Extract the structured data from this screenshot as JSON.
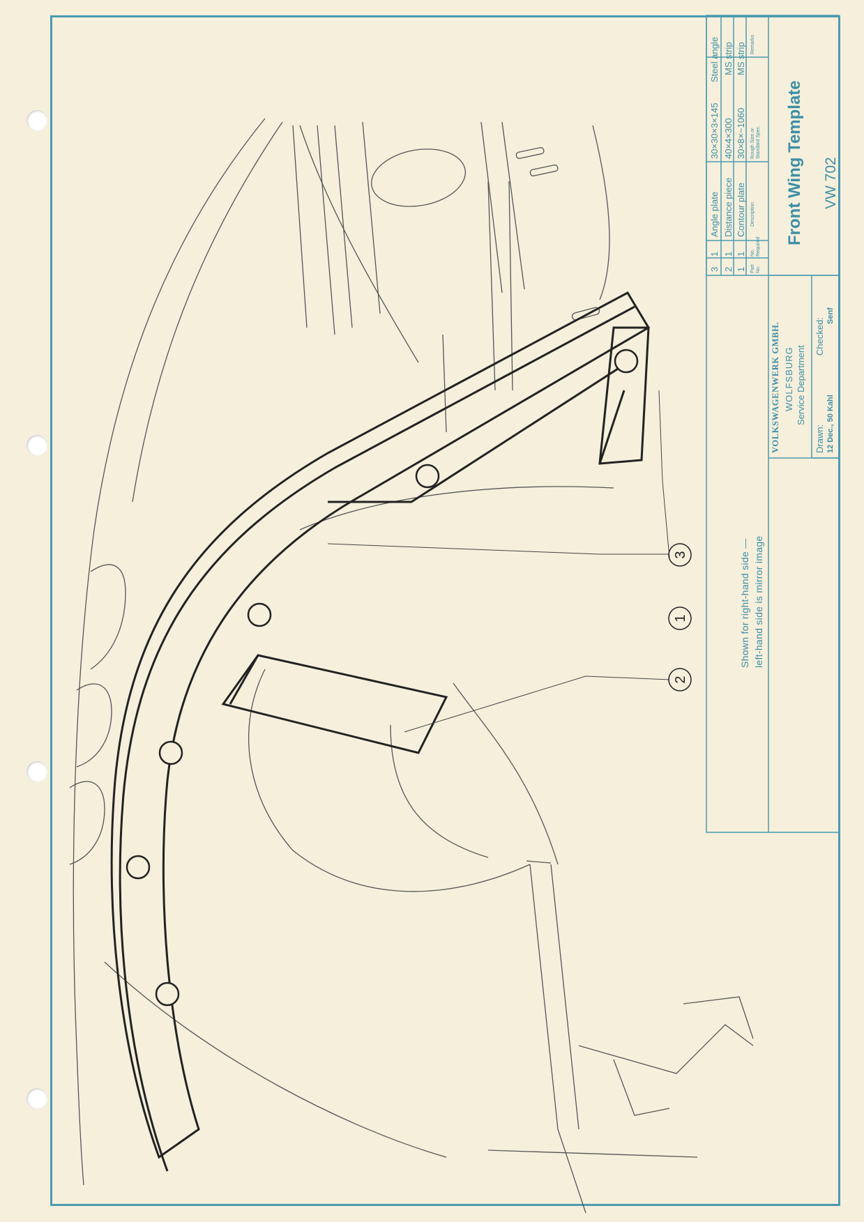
{
  "note": {
    "line1": "Shown for right-hand side —",
    "line2": "left-hand side is mirror image"
  },
  "callouts": [
    "1",
    "2",
    "3"
  ],
  "parts_list": {
    "rows": [
      {
        "part_no": "3",
        "qty": "1",
        "description": "Angle plate",
        "size": "30×30×3×145",
        "remarks": "Steel angle"
      },
      {
        "part_no": "2",
        "qty": "1",
        "description": "Distance piece",
        "size": "40×4×300",
        "remarks": "MS strip"
      },
      {
        "part_no": "1",
        "qty": "1",
        "description": "Contour plate",
        "size": "30×8×~1060",
        "remarks": "MS strip"
      }
    ],
    "headers": {
      "part_no": "Part No.",
      "qty": "No. Required",
      "description": "Description",
      "size": "Rough Size or Standard Spec.",
      "remarks": "Remarks"
    }
  },
  "title_block": {
    "company": "VOLKSWAGENWERK GMBH.",
    "city": "WOLFSBURG",
    "department": "Service Department",
    "title": "Front Wing Template",
    "drawing_no": "VW 702",
    "drawn_label": "Drawn:",
    "drawn_value": "12 Dec., 50   Kahl",
    "checked_label": "Checked:",
    "checked_value": "Senf"
  },
  "colors": {
    "paper": "#f6efdc",
    "border": "#4a9bb0",
    "ink_blue": "#3d8fa6",
    "line_art": "#333333"
  }
}
